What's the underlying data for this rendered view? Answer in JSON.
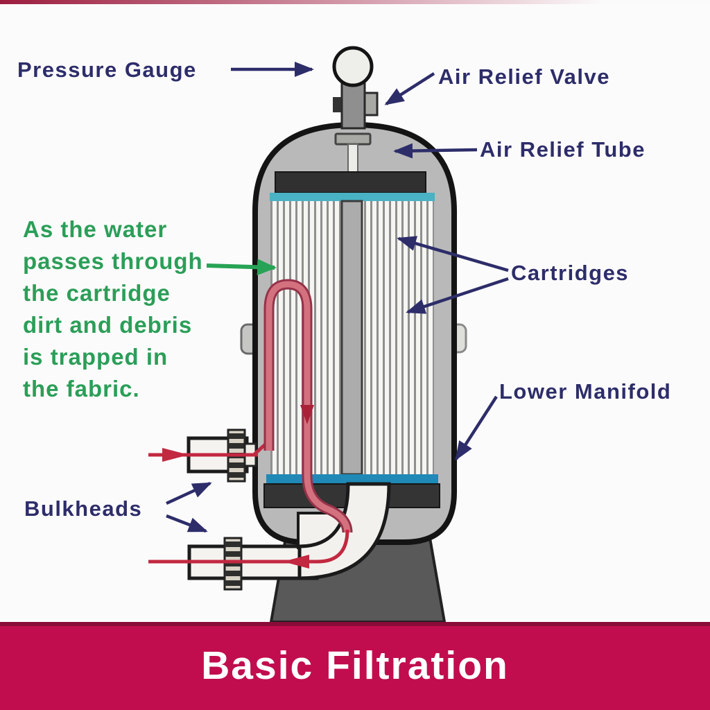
{
  "diagram": {
    "labels": {
      "pressure_gauge": "Pressure Gauge",
      "air_relief_valve": "Air Relief Valve",
      "air_relief_tube": "Air Relief Tube",
      "cartridges": "Cartridges",
      "lower_manifold": "Lower Manifold",
      "bulkheads": "Bulkheads"
    },
    "annotation": {
      "lines": [
        "As the water",
        "passes through",
        "the cartridge",
        "dirt and debris",
        "is trapped in",
        "the fabric."
      ]
    },
    "parts": [
      "filter-tank",
      "pressure-gauge",
      "air-relief-valve",
      "air-relief-tube",
      "upper-manifold",
      "cartridges",
      "center-standpipe",
      "lower-manifold",
      "base-pedestal",
      "inlet-pipe",
      "outlet-pipe",
      "bulkhead-fittings",
      "outlet-elbow",
      "water-flow-path"
    ],
    "colors": {
      "label_navy": "#2d2d6a",
      "annotation_green": "#2b9e58",
      "flow_red": "#c22840",
      "tube_pink": "#d4717f",
      "tube_outline": "#953248",
      "tank_gray": "#b9b9b9",
      "tank_outline": "#141414",
      "manifold_dark": "#323232",
      "teal_top": "#49b2c4",
      "teal_bottom": "#2089b6",
      "pedestal_gray": "#595959",
      "pipe_white": "#f5f3ef"
    }
  },
  "footer": {
    "title": "Basic Filtration",
    "banner_color": "#c10d4e",
    "banner_edge_color": "#8a0a38"
  }
}
